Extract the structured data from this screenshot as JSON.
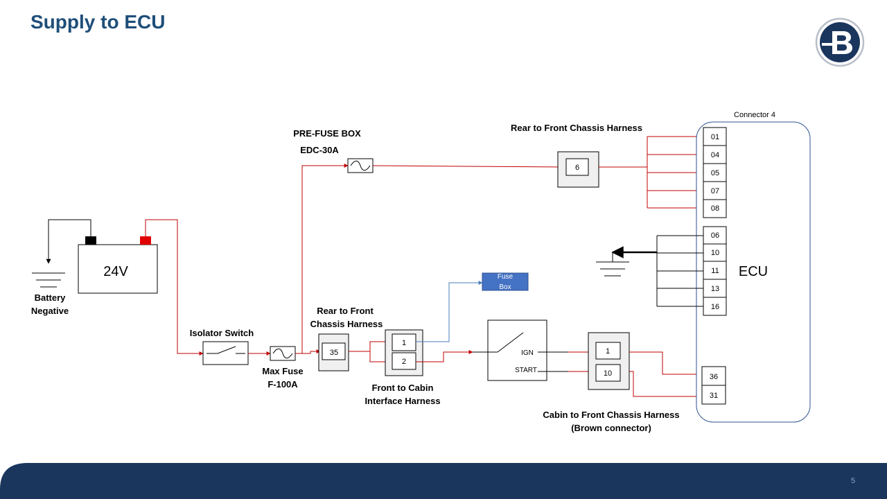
{
  "title": "Supply to ECU",
  "page_number": "5",
  "battery": {
    "voltage": "24V",
    "ground_label_line1": "Battery",
    "ground_label_line2": "Negative"
  },
  "isolator_switch": {
    "label": "Isolator Switch"
  },
  "max_fuse": {
    "label_line1": "Max Fuse",
    "label_line2": "F-100A"
  },
  "pre_fuse_box": {
    "label": "PRE-FUSE BOX",
    "fuse_label": "EDC-30A"
  },
  "rear_front_harness_top": {
    "label": "Rear to Front Chassis Harness",
    "pin": "6"
  },
  "rear_front_harness_bottom": {
    "label_line1": "Rear to Front",
    "label_line2": "Chassis Harness",
    "pin": "35"
  },
  "front_cabin_interface": {
    "label_line1": "Front to Cabin",
    "label_line2": "Interface Harness",
    "pins": [
      "1",
      "2"
    ]
  },
  "fuse_box": {
    "line1": "Fuse",
    "line2": "Box"
  },
  "ignition_switch": {
    "ign": "IGN",
    "start": "START"
  },
  "cabin_front_harness": {
    "label_line1": "Cabin to Front Chassis Harness",
    "label_line2": "(Brown connector)",
    "pins": [
      "1",
      "10"
    ]
  },
  "ecu": {
    "label": "ECU",
    "connector_label": "Connector  4",
    "supply_pins": [
      "01",
      "04",
      "05",
      "07",
      "08"
    ],
    "ground_pins": [
      "06",
      "10",
      "11",
      "13",
      "16"
    ],
    "ignition_pins": [
      "36",
      "31"
    ]
  },
  "colors": {
    "title": "#1f4e79",
    "wire_supply": "#c00000",
    "wire_signal": "#4a7ebb",
    "footer": "#1b365d",
    "fuse_box_fill": "#4472c4"
  }
}
